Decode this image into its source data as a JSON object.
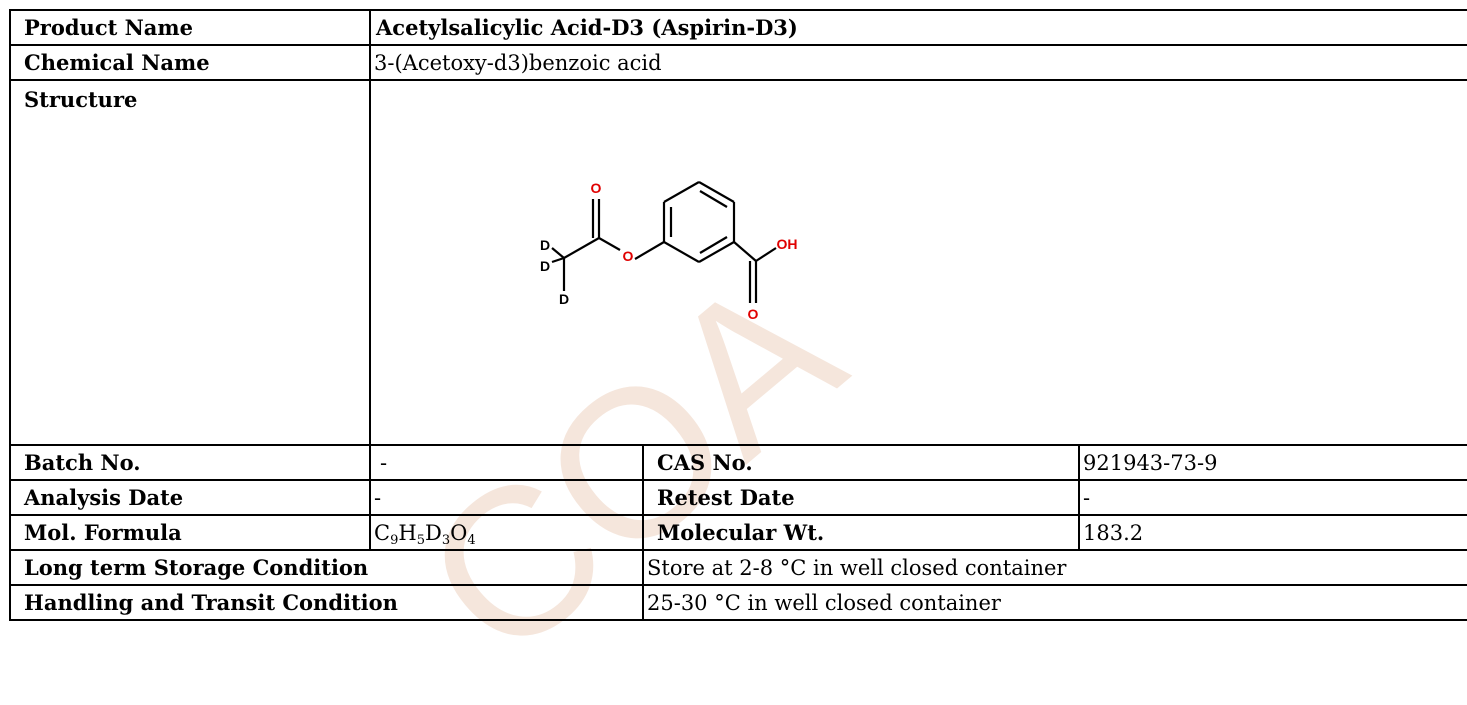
{
  "watermark": "COA",
  "product_name": {
    "label": "Product Name",
    "value": "Acetylsalicylic Acid-D3 (Aspirin-D3)"
  },
  "chemical_name": {
    "label": "Chemical Name",
    "value": "3-(Acetoxy-d3)benzoic acid"
  },
  "structure": {
    "label": "Structure",
    "atoms": {
      "d1": "D",
      "d2": "D",
      "d3": "D",
      "o_carbonyl": "O",
      "o_ester": "O",
      "oh": "OH",
      "o_acid": "O"
    },
    "colors": {
      "oxygen": "#e00000",
      "bond": "#000000"
    }
  },
  "batch_no": {
    "label": "Batch No.",
    "value": "-"
  },
  "cas_no": {
    "label": "CAS No.",
    "value": "921943-73-9"
  },
  "analysis_date": {
    "label": "Analysis Date",
    "value": "-"
  },
  "retest_date": {
    "label": "Retest Date",
    "value": "-"
  },
  "mol_formula": {
    "label": "Mol. Formula",
    "parts": [
      {
        "el": "C",
        "n": "9"
      },
      {
        "el": "H",
        "n": "5"
      },
      {
        "el": "D",
        "n": "3"
      },
      {
        "el": "O",
        "n": "4"
      }
    ]
  },
  "molecular_wt": {
    "label": "Molecular Wt.",
    "value": "183.2"
  },
  "storage": {
    "label": "Long term Storage Condition",
    "value": "Store at 2-8 °C in well closed container"
  },
  "handling": {
    "label": "Handling and Transit Condition",
    "value": "25-30 °C in well closed container"
  }
}
